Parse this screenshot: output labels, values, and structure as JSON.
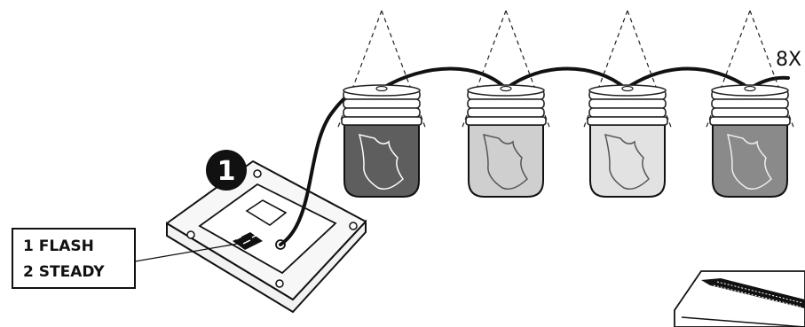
{
  "step": {
    "number": "1"
  },
  "mode_box": {
    "line1": "1 FLASH",
    "line2": "2 STEADY"
  },
  "string_count": {
    "label": "8X"
  },
  "jars": [
    {
      "glass_color": "#5e5e5e"
    },
    {
      "glass_color": "#cfcfcf"
    },
    {
      "glass_color": "#e2e2e2"
    },
    {
      "glass_color": "#8a8a8a"
    }
  ],
  "colors": {
    "ink": "#111111",
    "device_body": "#f7f7f7",
    "step_circle": "#111111"
  }
}
